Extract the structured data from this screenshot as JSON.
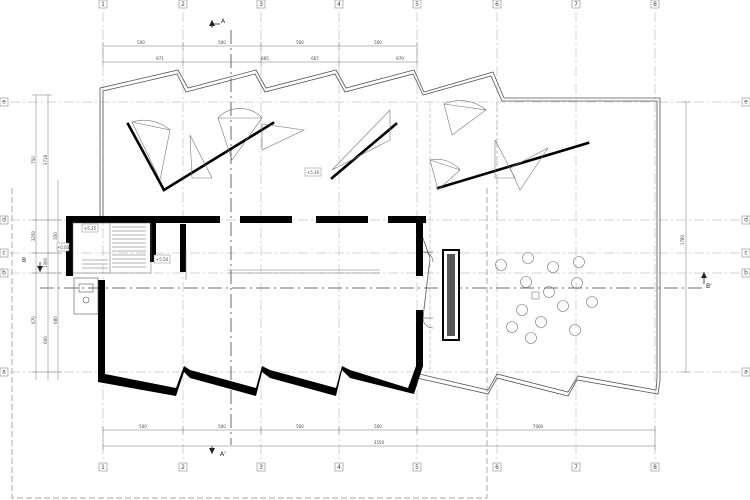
{
  "drawing": {
    "grid_columns": [
      "1",
      "2",
      "3",
      "4",
      "5",
      "6",
      "7",
      "8"
    ],
    "grid_rows": [
      "e",
      "d",
      "c",
      "b",
      "a"
    ],
    "section_markers": {
      "a_top": "A",
      "a_bottom": "A'",
      "b_left": "B",
      "b_right": "B'"
    },
    "dimensions": {
      "top_row1": [
        "500",
        "500",
        "500",
        "500"
      ],
      "top_row2": [
        "971",
        "665",
        "667",
        "970"
      ],
      "bottom_row1": [
        "500",
        "500",
        "500",
        "500",
        "7000"
      ],
      "bottom_total": "3550",
      "left_col1": [
        "750",
        "3718",
        "3250",
        "350",
        "1300",
        "670",
        "600",
        "680"
      ],
      "right_col": "1780"
    },
    "level_marks": [
      "+5.25",
      "+5.50",
      "+0.00",
      "+5.30"
    ],
    "colors": {
      "line": "#555555",
      "wall": "#000000",
      "grid": "#9a9a9a"
    }
  }
}
